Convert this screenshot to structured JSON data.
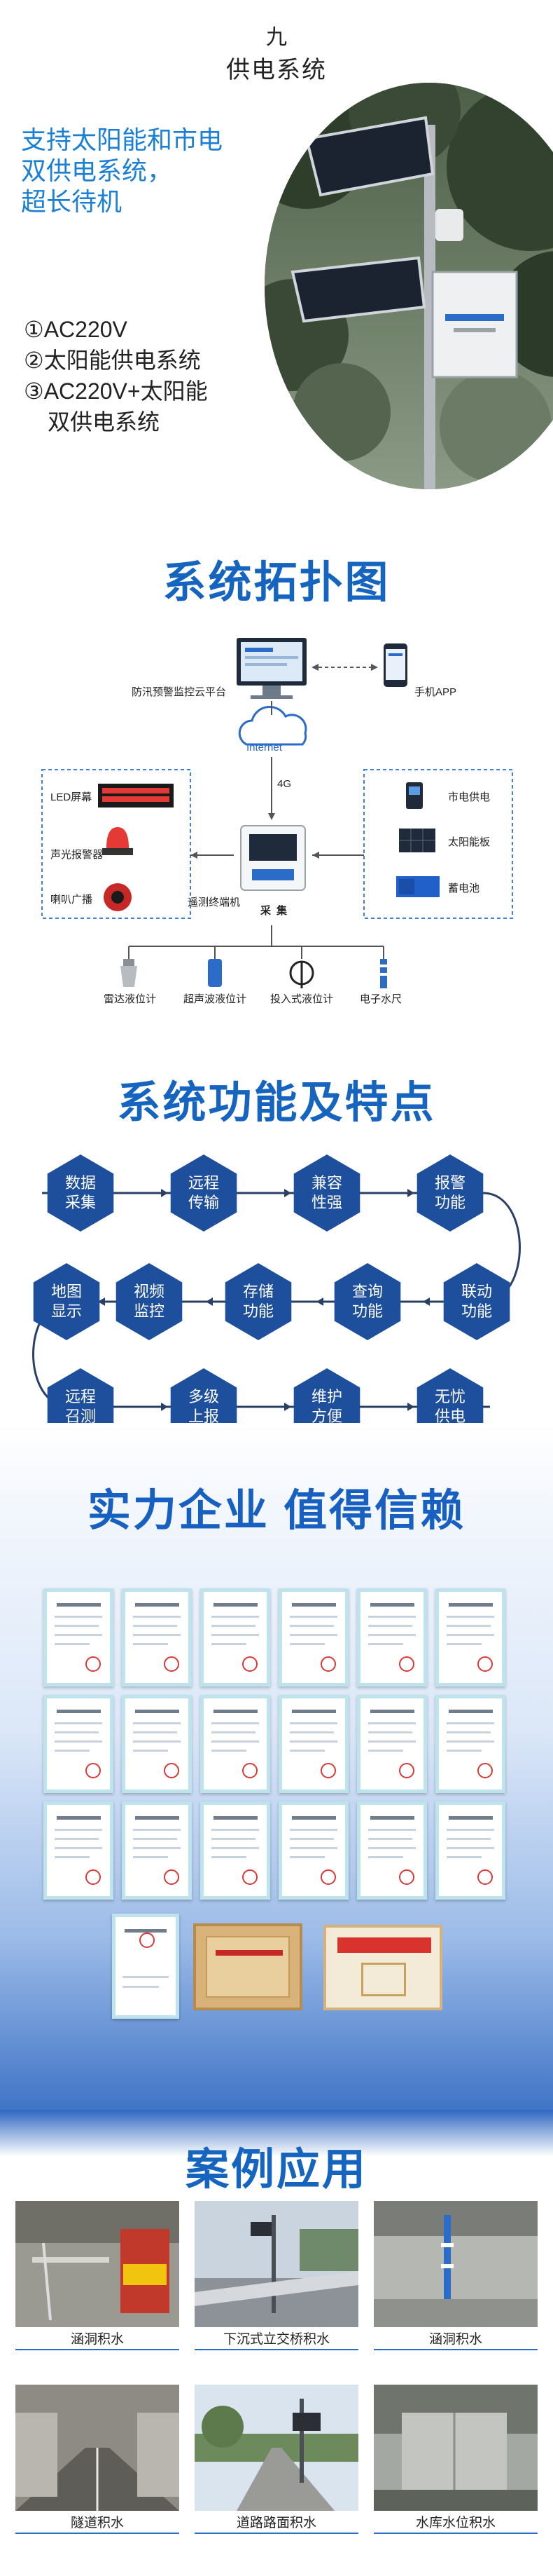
{
  "power": {
    "number": "九",
    "title": "供电系统",
    "headline": [
      "支持太阳能和市电",
      "双供电系统，",
      "超长待机"
    ],
    "options": [
      "①AC220V",
      "②太阳能供电系统",
      "③AC220V+太阳能",
      "双供电系统"
    ]
  },
  "topology": {
    "title": "系统拓扑图",
    "platform": "防汛预警监控云平台",
    "app": "手机APP",
    "internet": "Internet",
    "network": "4G",
    "outputs": [
      "LED屏幕",
      "声光报警器",
      "喇叭广播"
    ],
    "power_sources": [
      "市电供电",
      "太阳能板",
      "蓄电池"
    ],
    "rtu": "遥测终端机",
    "collect": "采集",
    "sensors": [
      "雷达液位计",
      "超声波液位计",
      "投入式液位计",
      "电子水尺"
    ]
  },
  "features": {
    "title": "系统功能及特点",
    "items": [
      "数据采集",
      "远程传输",
      "兼容性强",
      "报警功能",
      "联动功能",
      "查询功能",
      "存储功能",
      "视频监控",
      "地图显示",
      "远程召测",
      "多级上报",
      "维护方便",
      "无忧供电"
    ]
  },
  "certs": {
    "title": "实力企业 值得信赖"
  },
  "cases": {
    "title": "案例应用",
    "items": [
      "涵洞积水",
      "下沉式立交桥积水",
      "涵洞积水",
      "隧道积水",
      "道路路面积水",
      "水库水位积水"
    ]
  },
  "colors": {
    "accent": "#1565c0",
    "headline": "#1a7fd6",
    "hex": "#1e4f9c"
  }
}
